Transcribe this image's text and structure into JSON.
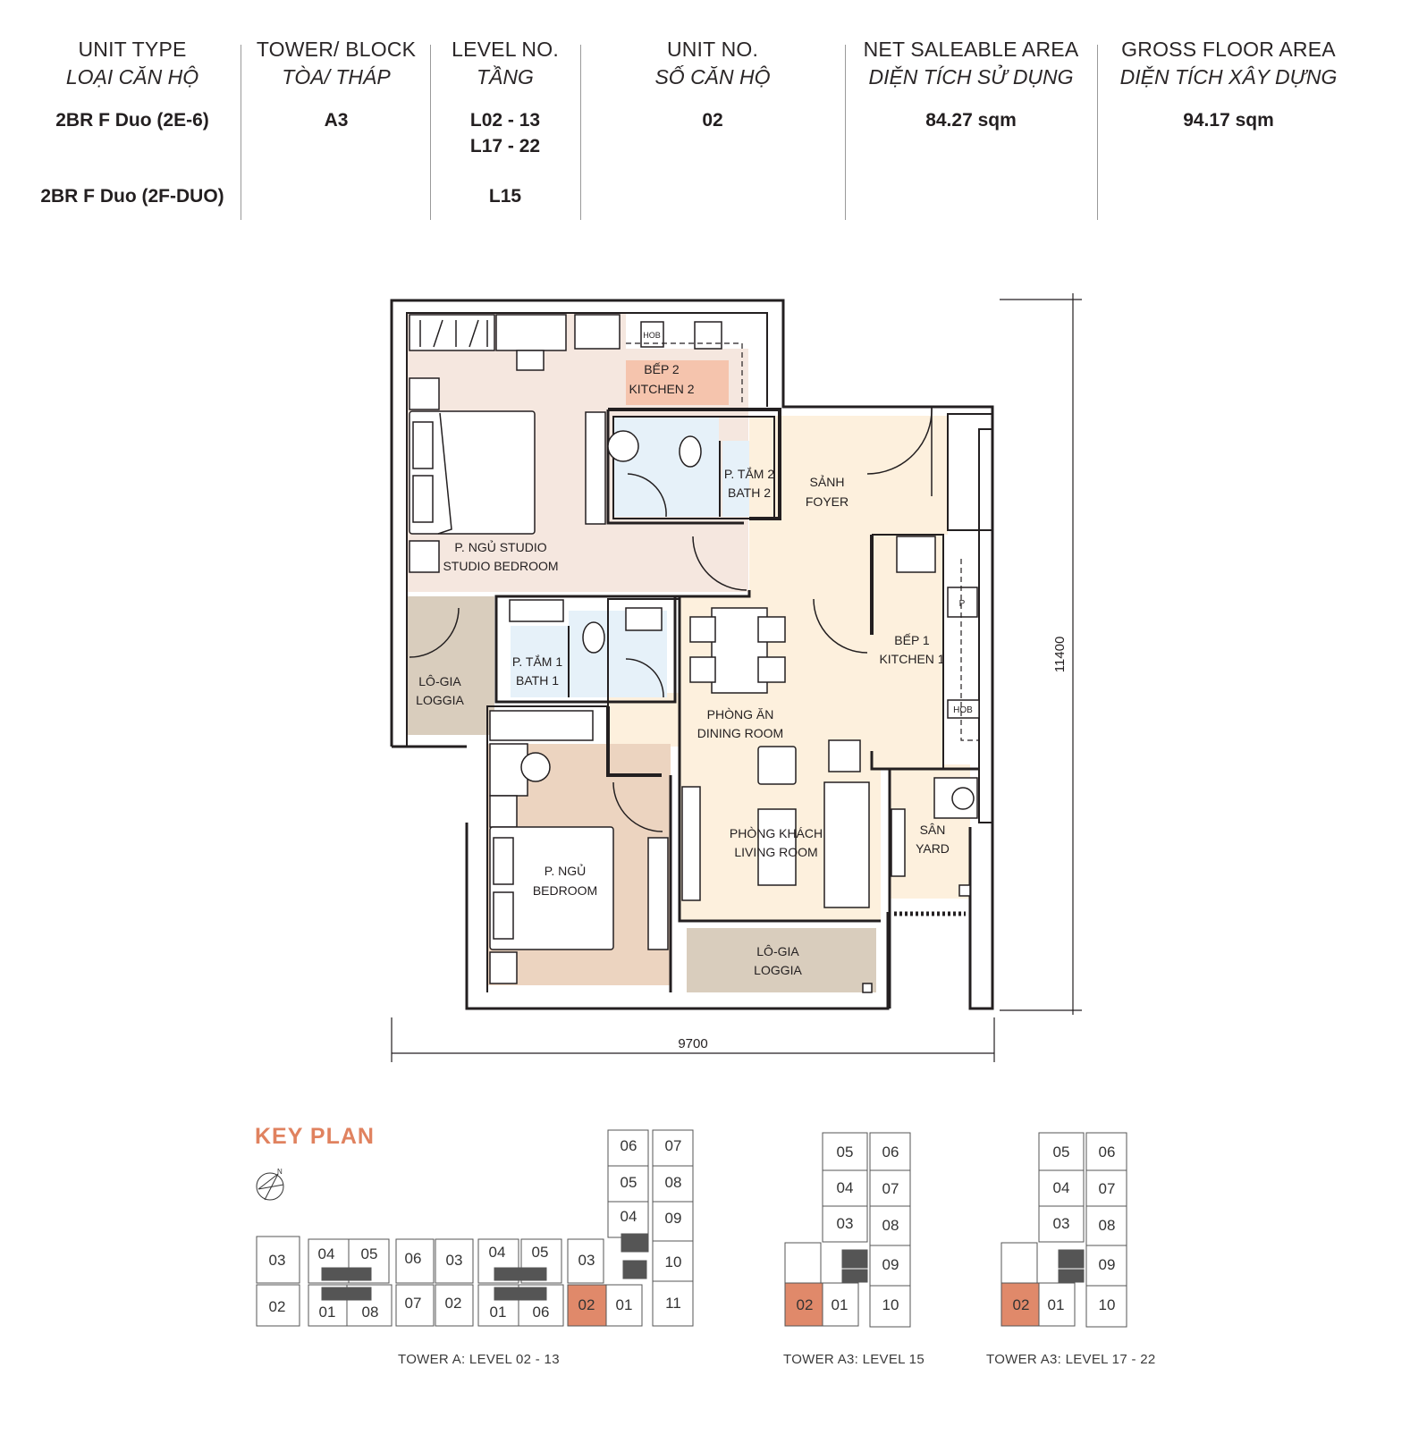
{
  "header": {
    "columns": [
      {
        "label_en": "UNIT TYPE",
        "label_vi": "LOẠI CĂN HỘ"
      },
      {
        "label_en": "TOWER/ BLOCK",
        "label_vi": "TÒA/ THÁP"
      },
      {
        "label_en": "LEVEL NO.",
        "label_vi": "TẦNG"
      },
      {
        "label_en": "UNIT NO.",
        "label_vi": "SỐ CĂN HỘ"
      },
      {
        "label_en": "NET SALEABLE AREA",
        "label_vi": "DIỆN TÍCH SỬ DỤNG"
      },
      {
        "label_en": "GROSS FLOOR AREA",
        "label_vi": "DIỆN TÍCH XÂY DỰNG"
      }
    ],
    "rows": [
      {
        "unit_type": "2BR F Duo (2E-6)",
        "tower": "A3",
        "levels": [
          "L02 - 13",
          "L17 - 22"
        ],
        "unit_no": "02",
        "nsa": "84.27 sqm",
        "gfa": "94.17 sqm"
      },
      {
        "unit_type": "2BR F Duo (2F-DUO)",
        "tower": "",
        "levels": [
          "L15"
        ],
        "unit_no": "",
        "nsa": "",
        "gfa": ""
      }
    ]
  },
  "floor_plan": {
    "rooms": {
      "kitchen2": [
        "BẾP 2",
        "KITCHEN 2"
      ],
      "bath2": [
        "P. TẮM 2",
        "BATH 2"
      ],
      "foyer": [
        "SẢNH",
        "FOYER"
      ],
      "studio_bedroom": [
        "P. NGỦ STUDIO",
        "STUDIO BEDROOM"
      ],
      "loggia1": [
        "LÔ-GIA",
        "LOGGIA"
      ],
      "bath1": [
        "P. TẮM 1",
        "BATH 1"
      ],
      "dining": [
        "PHÒNG ĂN",
        "DINING ROOM"
      ],
      "kitchen1": [
        "BẾP 1",
        "KITCHEN 1"
      ],
      "living": [
        "PHÒNG KHÁCH",
        "LIVING ROOM"
      ],
      "yard": [
        "SÂN",
        "YARD"
      ],
      "bedroom": [
        "P. NGỦ",
        "BEDROOM"
      ],
      "loggia2": [
        "LÔ-GIA",
        "LOGGIA"
      ]
    },
    "appliance_labels": {
      "hob": "HOB",
      "p": "P"
    },
    "dimensions": {
      "width": "9700",
      "height": "11400"
    },
    "colors": {
      "studio_bedroom": "#f5e7df",
      "kitchen2": "#f5c4ad",
      "bath": "#e6f1f9",
      "foyer": "#fdf0dd",
      "bedroom": "#ecd4c0",
      "loggia": "#d9cdbd",
      "wall": "#231f20"
    }
  },
  "key_plan": {
    "title": "KEY PLAN",
    "compass_label": "N",
    "highlight_color": "#e0896a",
    "plans": [
      {
        "caption": "TOWER A: LEVEL 02 - 13",
        "top_row": [
          "03",
          "04",
          "05",
          "06",
          "03",
          "04",
          "05",
          "03"
        ],
        "bottom_row": [
          "02",
          "01",
          "08",
          "07",
          "02",
          "01",
          "06",
          "02",
          "01"
        ],
        "right_left_col": [
          "06",
          "05",
          "04"
        ],
        "right_col": [
          "07",
          "08",
          "09",
          "10",
          "11"
        ],
        "highlight": "02"
      },
      {
        "caption": "TOWER A3: LEVEL 15",
        "left_col": [
          "05",
          "04",
          "03"
        ],
        "right_col": [
          "06",
          "07",
          "08",
          "09",
          "10"
        ],
        "bottom": [
          "02",
          "01"
        ],
        "highlight": "02"
      },
      {
        "caption": "TOWER A3: LEVEL 17 - 22",
        "left_col": [
          "05",
          "04",
          "03"
        ],
        "right_col": [
          "06",
          "07",
          "08",
          "09",
          "10"
        ],
        "bottom": [
          "02",
          "01"
        ],
        "highlight": "02"
      }
    ]
  }
}
